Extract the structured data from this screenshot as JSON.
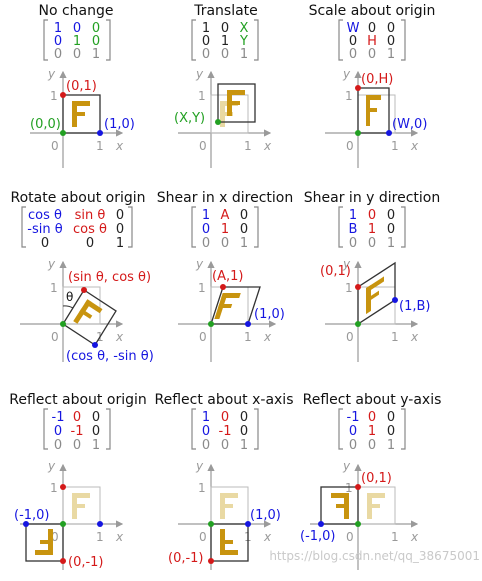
{
  "panels": [
    {
      "id": "no-change",
      "title": "No change",
      "matrix": [
        [
          "1",
          "0",
          "0"
        ],
        [
          "0",
          "1",
          "0"
        ],
        [
          "0",
          "0",
          "1"
        ]
      ],
      "colors": [
        [
          "#1515e0",
          "#1515e0",
          "#d41919"
        ],
        [
          "#22a022",
          "#22a022",
          "#d41919"
        ],
        [
          "#8a8a8a",
          "#8a8a8a",
          "#8a8a8a"
        ]
      ],
      "labels": [
        "(0,1)",
        "(0,0)",
        "(1,0)"
      ],
      "ticks": {
        "one_y": "1",
        "one_x": "1",
        "zero": "0",
        "y": "y",
        "x": "x"
      }
    },
    {
      "id": "translate",
      "title": "Translate",
      "matrix": [
        [
          "1",
          "0",
          "X"
        ],
        [
          "0",
          "1",
          "Y"
        ],
        [
          "0",
          "0",
          "1"
        ]
      ],
      "colors": [
        [
          "#222222",
          "#222222",
          "#22a022"
        ],
        [
          "#222222",
          "#222222",
          "#22a022"
        ],
        [
          "#8a8a8a",
          "#8a8a8a",
          "#8a8a8a"
        ]
      ],
      "labels": [
        "(X,Y)"
      ],
      "ticks": {
        "one_y": "1",
        "one_x": "1",
        "zero": "0",
        "y": "y",
        "x": "x"
      }
    },
    {
      "id": "scale",
      "title": "Scale about origin",
      "matrix": [
        [
          "W",
          "0",
          "0"
        ],
        [
          "0",
          "H",
          "0"
        ],
        [
          "0",
          "0",
          "1"
        ]
      ],
      "colors": [
        [
          "#1515e0",
          "#222222",
          "#222222"
        ],
        [
          "#222222",
          "#d41919",
          "#222222"
        ],
        [
          "#8a8a8a",
          "#8a8a8a",
          "#8a8a8a"
        ]
      ],
      "labels": [
        "(0,H)",
        "(W,0)"
      ],
      "ticks": {
        "one_y": "1",
        "one_x": "1",
        "zero": "0",
        "y": "y",
        "x": "x"
      }
    },
    {
      "id": "rotate",
      "title": "Rotate about origin",
      "matrix": [
        [
          "cos θ",
          "sin θ",
          "0"
        ],
        [
          "-sin θ",
          "cos θ",
          "0"
        ],
        [
          "0",
          "0",
          "1"
        ]
      ],
      "colors": [
        [
          "#1515e0",
          "#d41919",
          "#222222"
        ],
        [
          "#1515e0",
          "#d41919",
          "#222222"
        ],
        [
          "#222222",
          "#222222",
          "#222222"
        ]
      ],
      "labels": [
        "(sin θ, cos θ)",
        "(cos θ, -sin θ)",
        "θ"
      ],
      "ticks": {
        "one_y": "1",
        "one_x": "1",
        "zero": "0",
        "y": "y",
        "x": "x"
      }
    },
    {
      "id": "shear-x",
      "title": "Shear in x direction",
      "matrix": [
        [
          "1",
          "A",
          "0"
        ],
        [
          "0",
          "1",
          "0"
        ],
        [
          "0",
          "0",
          "1"
        ]
      ],
      "colors": [
        [
          "#1515e0",
          "#d41919",
          "#222222"
        ],
        [
          "#1515e0",
          "#d41919",
          "#222222"
        ],
        [
          "#8a8a8a",
          "#8a8a8a",
          "#8a8a8a"
        ]
      ],
      "labels": [
        "(A,1)",
        "(1,0)"
      ],
      "ticks": {
        "one_y": "1",
        "one_x": "1",
        "zero": "0",
        "y": "y",
        "x": "x"
      }
    },
    {
      "id": "shear-y",
      "title": "Shear in y direction",
      "matrix": [
        [
          "1",
          "0",
          "0"
        ],
        [
          "B",
          "1",
          "0"
        ],
        [
          "0",
          "0",
          "1"
        ]
      ],
      "colors": [
        [
          "#1515e0",
          "#d41919",
          "#222222"
        ],
        [
          "#1515e0",
          "#d41919",
          "#222222"
        ],
        [
          "#8a8a8a",
          "#8a8a8a",
          "#8a8a8a"
        ]
      ],
      "labels": [
        "(0,1)",
        "(1,B)"
      ],
      "ticks": {
        "one_y": "1",
        "one_x": "1",
        "zero": "0",
        "y": "y",
        "x": "x"
      }
    },
    {
      "id": "reflect-origin",
      "title": "Reflect about origin",
      "matrix": [
        [
          "-1",
          "0",
          "0"
        ],
        [
          "0",
          "-1",
          "0"
        ],
        [
          "0",
          "0",
          "1"
        ]
      ],
      "colors": [
        [
          "#1515e0",
          "#d41919",
          "#222222"
        ],
        [
          "#1515e0",
          "#d41919",
          "#222222"
        ],
        [
          "#8a8a8a",
          "#8a8a8a",
          "#8a8a8a"
        ]
      ],
      "labels": [
        "(-1,0)",
        "(0,-1)"
      ],
      "ticks": {
        "one_y": "1",
        "one_x": "1",
        "zero": "0",
        "y": "y",
        "x": "x"
      }
    },
    {
      "id": "reflect-x",
      "title": "Reflect about x-axis",
      "matrix": [
        [
          "1",
          "0",
          "0"
        ],
        [
          "0",
          "-1",
          "0"
        ],
        [
          "0",
          "0",
          "1"
        ]
      ],
      "colors": [
        [
          "#1515e0",
          "#d41919",
          "#222222"
        ],
        [
          "#1515e0",
          "#d41919",
          "#222222"
        ],
        [
          "#8a8a8a",
          "#8a8a8a",
          "#8a8a8a"
        ]
      ],
      "labels": [
        "(1,0)",
        "(0,-1)"
      ],
      "ticks": {
        "one_y": "1",
        "one_x": "1",
        "zero": "0",
        "y": "y",
        "x": "x"
      }
    },
    {
      "id": "reflect-y",
      "title": "Reflect about y-axis",
      "matrix": [
        [
          "-1",
          "0",
          "0"
        ],
        [
          "0",
          "1",
          "0"
        ],
        [
          "0",
          "0",
          "1"
        ]
      ],
      "colors": [
        [
          "#1515e0",
          "#d41919",
          "#222222"
        ],
        [
          "#1515e0",
          "#d41919",
          "#222222"
        ],
        [
          "#8a8a8a",
          "#8a8a8a",
          "#8a8a8a"
        ]
      ],
      "labels": [
        "(0,1)",
        "(-1,0)"
      ],
      "ticks": {
        "one_y": "1",
        "one_x": "1",
        "zero": "0",
        "y": "y",
        "x": "x"
      }
    }
  ],
  "watermark": "https://blog.csdn.net/qq_38675001",
  "palette": {
    "gold": "#c8940f",
    "gold_faded": "#e9d9a3",
    "red": "#d41919",
    "blue": "#1515e0",
    "green": "#22a022",
    "axis": "#9a9a9a",
    "box": "#333333"
  }
}
